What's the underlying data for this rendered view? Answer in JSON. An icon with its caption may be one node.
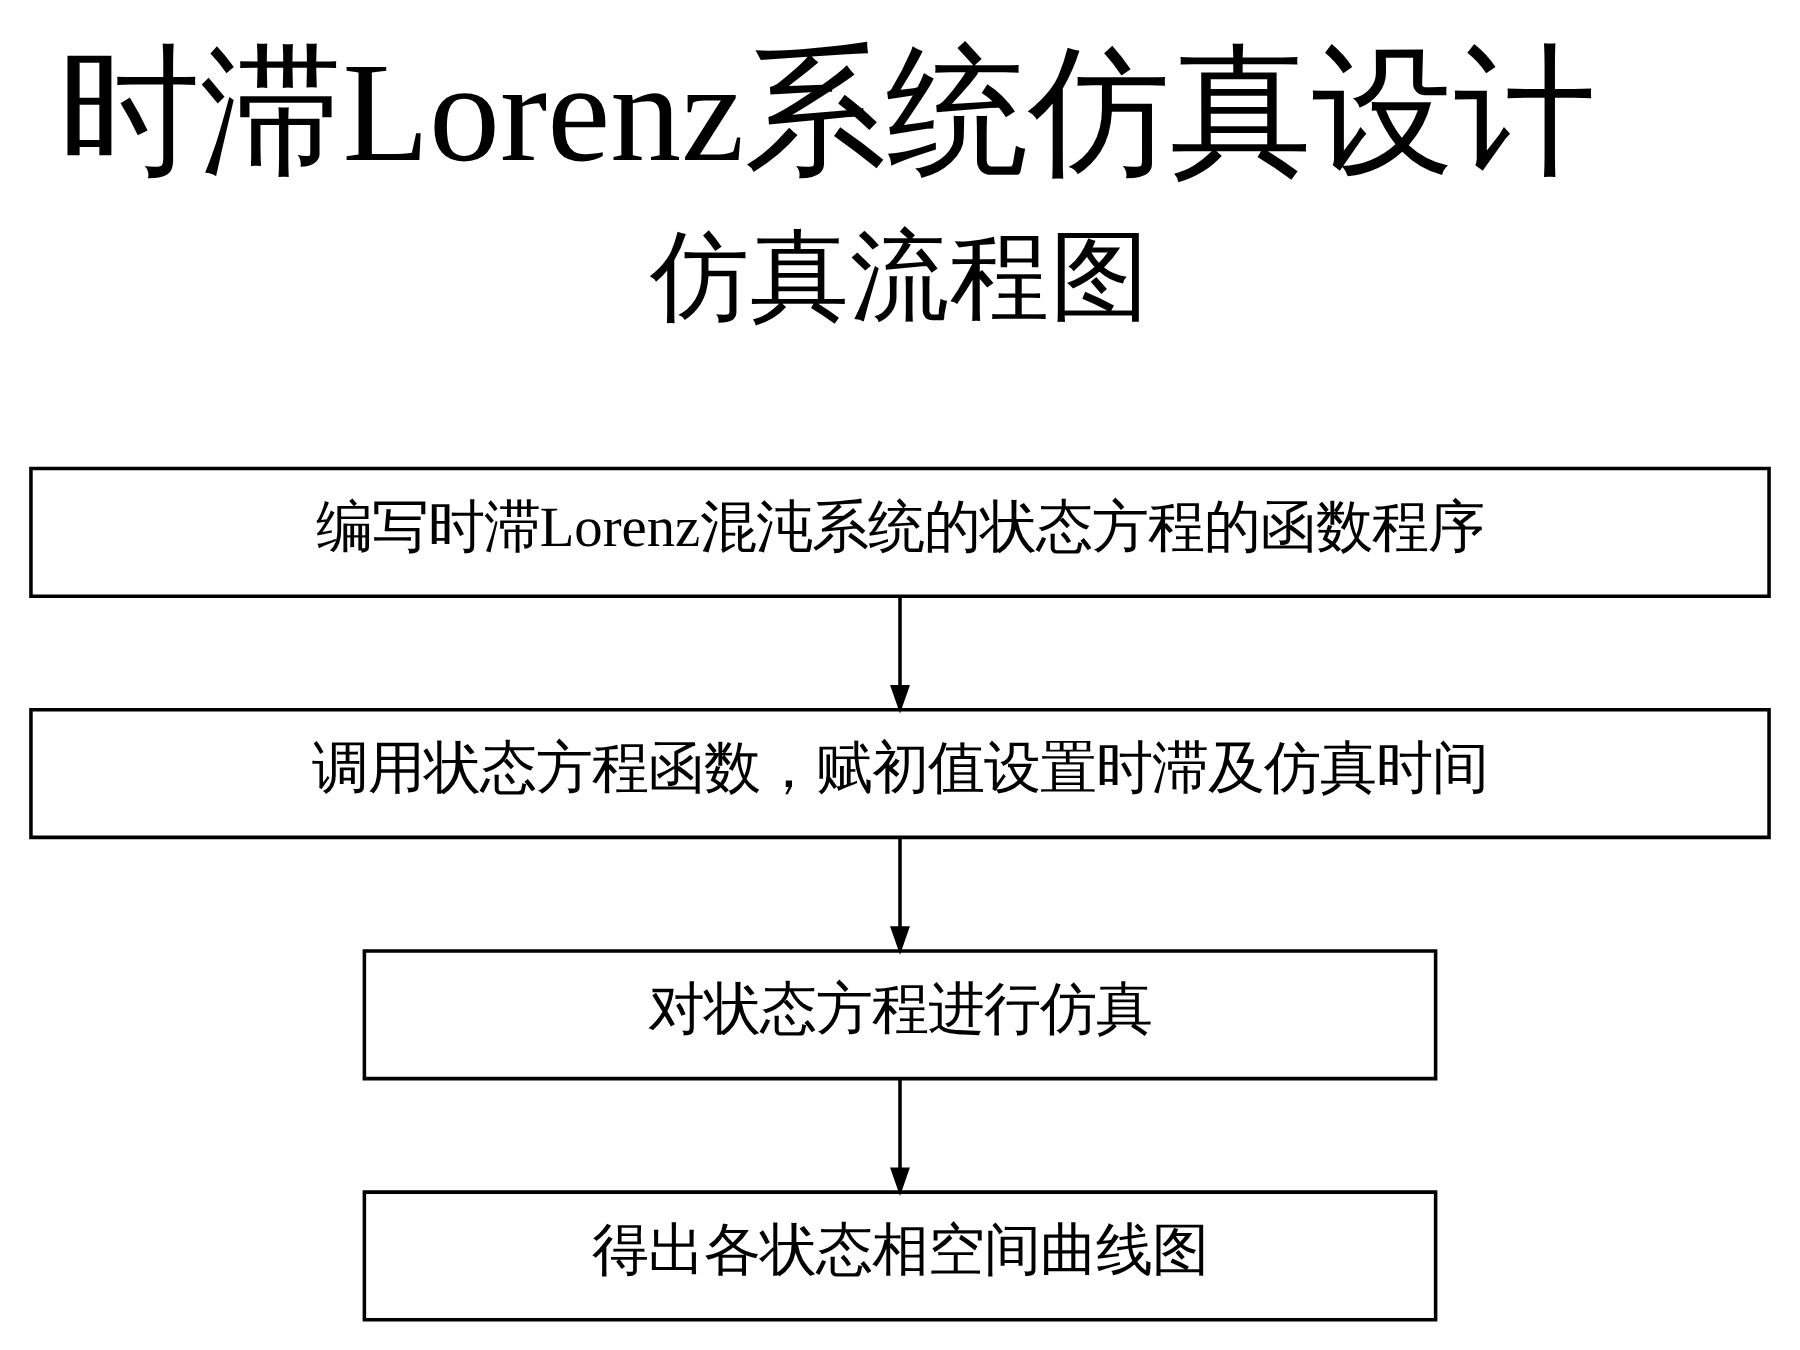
{
  "diagram": {
    "title": "时滞Lorenz系统仿真设计",
    "nodes": [
      {
        "text": [
          "编写时滞Lorenz混沌系统的状态方程的函数程序"
        ]
      },
      {
        "text": [
          "调用状态方程函数，赋初值设置时滞及仿真时间"
        ]
      },
      {
        "text": [
          "对状态方程进行仿真"
        ]
      },
      {
        "text": [
          "得出各状态相空间曲线图"
        ]
      }
    ],
    "edges": [
      {
        "from": 0,
        "to": 1,
        "arrow": "to"
      },
      {
        "from": 1,
        "to": 2,
        "arrow": "to"
      },
      {
        "from": 2,
        "to": 3,
        "arrow": "to"
      }
    ],
    "labels": [
      "仿真流程图"
    ]
  }
}
